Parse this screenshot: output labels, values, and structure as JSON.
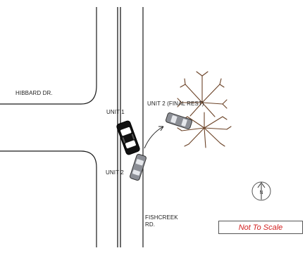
{
  "labels": {
    "street_west": "HIBBARD DR.",
    "street_south_line1": "FISHCREEK",
    "street_south_line2": "RD.",
    "unit_1": "UNIT 1",
    "unit_2": "UNIT 2",
    "unit_2_final": "UNIT 2 (FINAL REST)"
  },
  "north_arrow": {
    "letter": "N",
    "icon": "north-arrow-icon"
  },
  "scale_note": "Not To Scale",
  "colors": {
    "line": "#1a1a1a",
    "unit_1": "#111111",
    "unit_2": "#8c8f96",
    "scale_text": "#d21f1f",
    "tree": "#6b4226"
  },
  "vehicles": [
    {
      "id": "unit-1",
      "color": "black",
      "heading": "northwest"
    },
    {
      "id": "unit-2",
      "color": "gray",
      "heading": "northeast"
    },
    {
      "id": "unit-2-final",
      "color": "gray",
      "heading": "east"
    }
  ],
  "trees": [
    {
      "id": "tree-top"
    },
    {
      "id": "tree-bottom"
    }
  ]
}
